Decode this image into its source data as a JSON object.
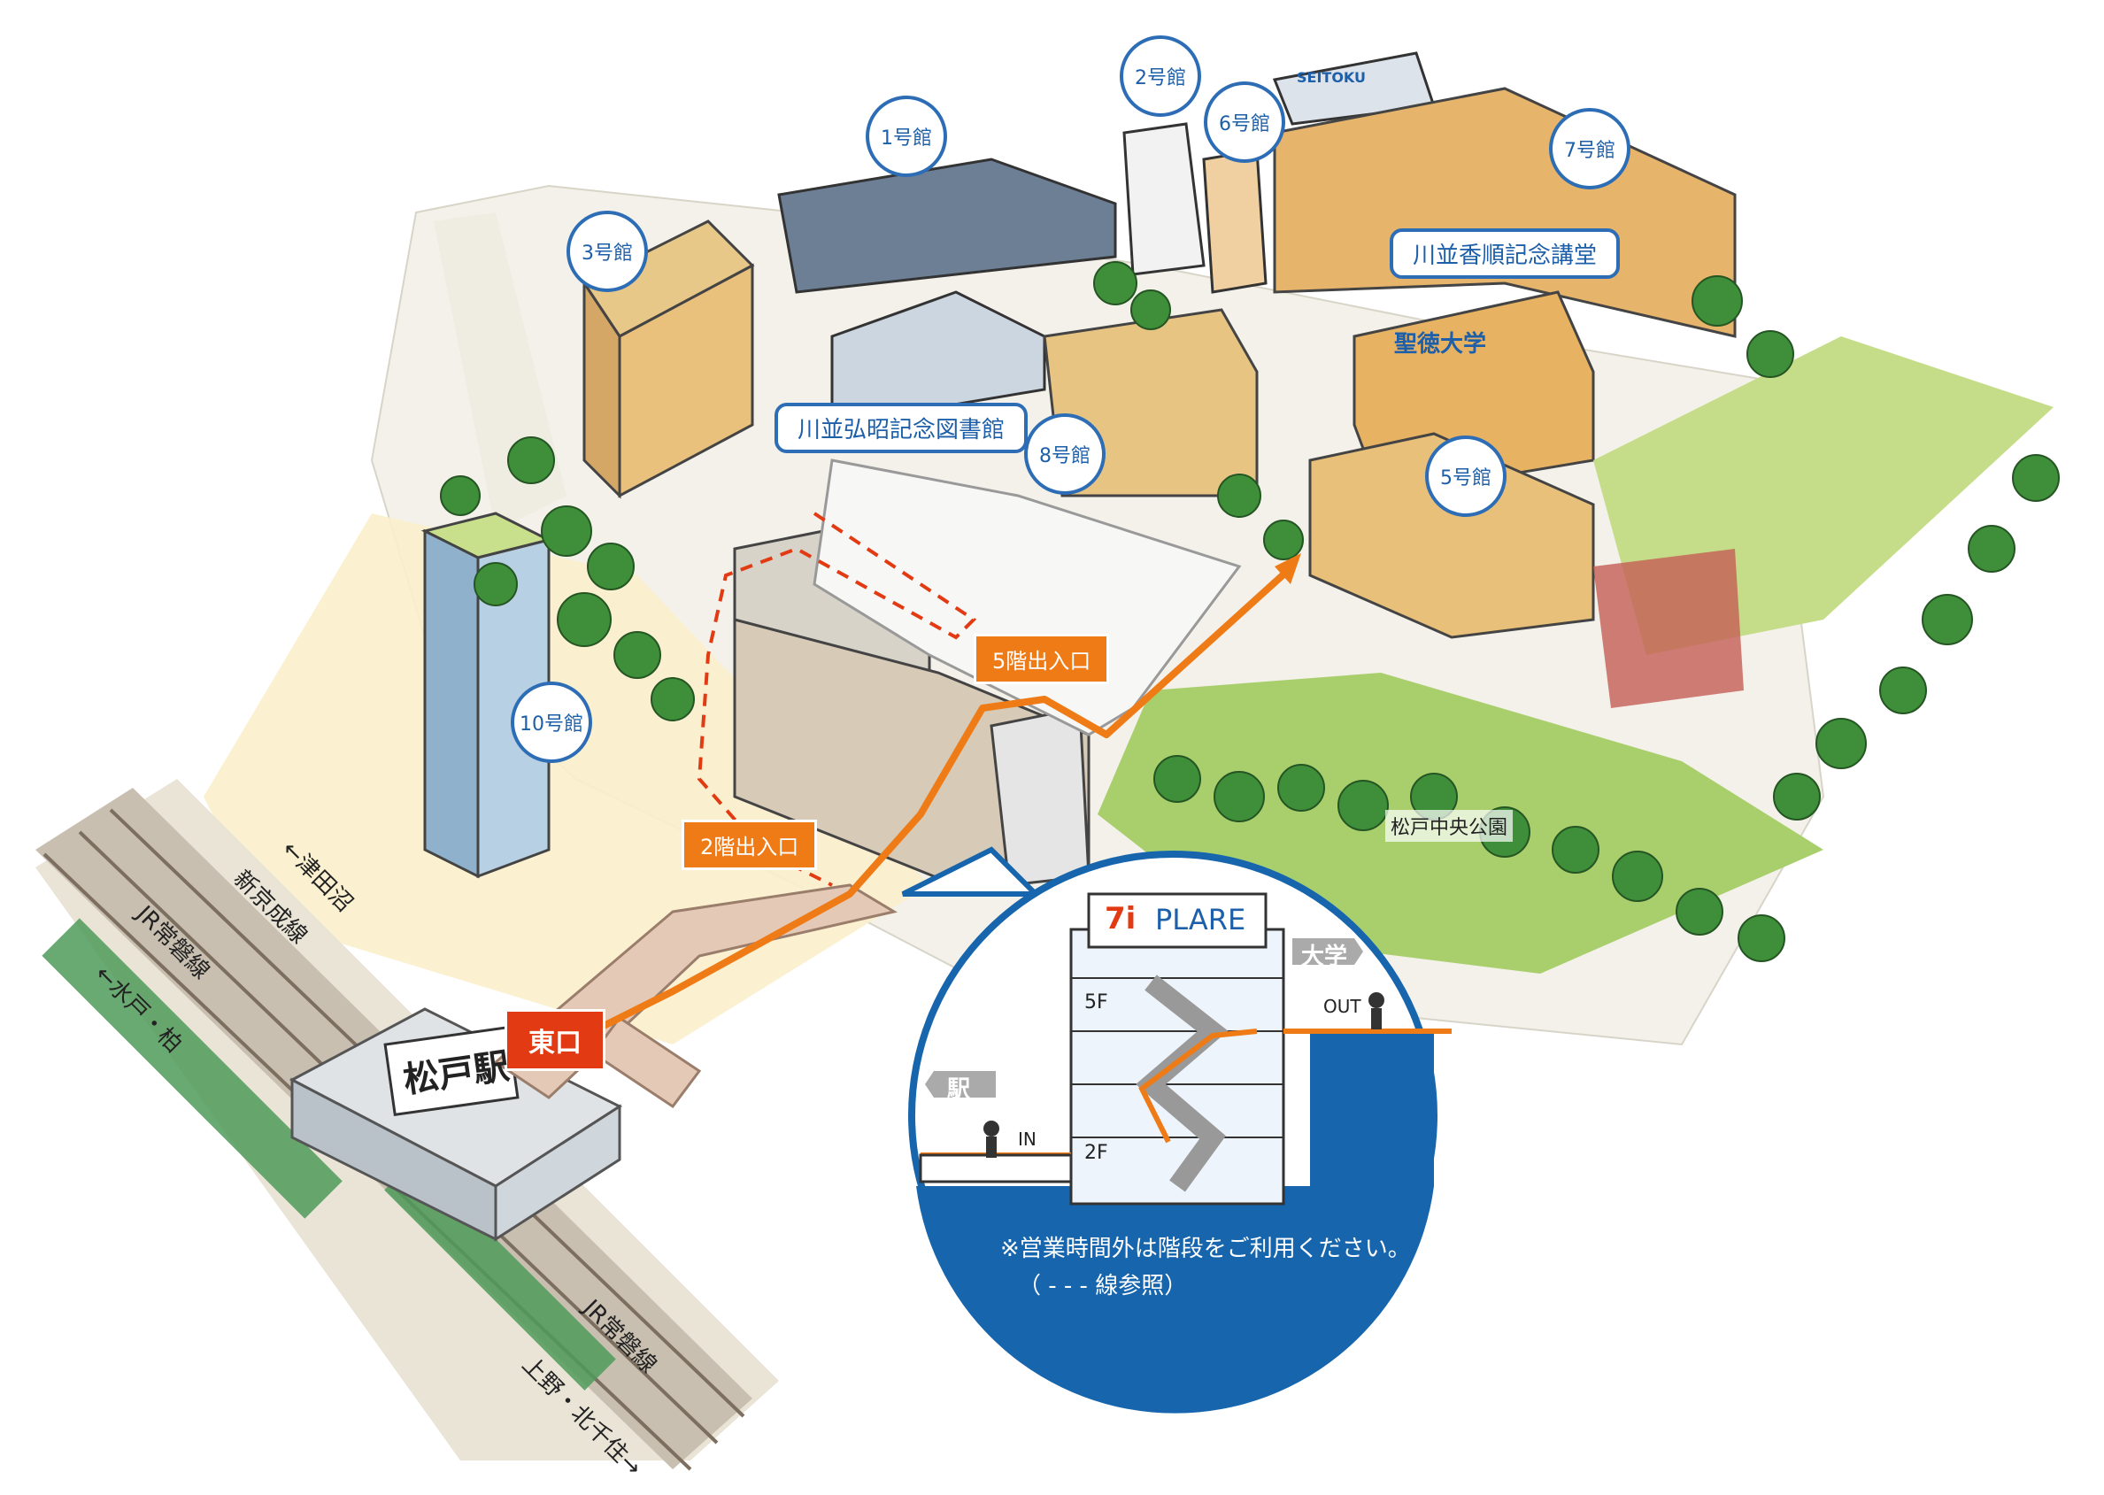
{
  "buildings": {
    "b1": "1号館",
    "b2": "2号館",
    "b3": "3号館",
    "b5": "5号館",
    "b6": "6号館",
    "b7": "7号館",
    "b8": "8号館",
    "b10": "10号館"
  },
  "facilities": {
    "library": "川並弘昭記念図書館",
    "hall": "川並香順記念講堂",
    "univ_sign": "聖徳大学",
    "seitoku_sign": "SEITOKU",
    "park": "松戸中央公園"
  },
  "route": {
    "entrance_5f": "5階出入口",
    "entrance_2f": "2階出入口",
    "east_exit": "東口",
    "station": "松戸駅"
  },
  "rail": {
    "line_keisei": "新京成線",
    "line_jr_top": "JR常磐線",
    "line_jr_bottom": "JR常磐線",
    "dir_tsudanuma": "←津田沼",
    "dir_mito": "←水戸・柏",
    "dir_ueno": "上野・北千住→"
  },
  "inset": {
    "plare_logo": "7i",
    "plare": "PLARE",
    "to_univ": "大学",
    "to_station": "駅",
    "floor_5f": "5F",
    "floor_2f": "2F",
    "in_label": "IN",
    "out_label": "OUT",
    "note": "※営業時間外は階段をご利用ください。",
    "legend": "（ - - - 線参照）"
  },
  "colors": {
    "route_orange": "#ef7b16",
    "east_exit_red": "#e23a12",
    "label_blue": "#2d6db5",
    "inset_blue": "#1665ad",
    "tree_green": "#3f8f3a",
    "lawn_green": "#a9cf6d"
  }
}
